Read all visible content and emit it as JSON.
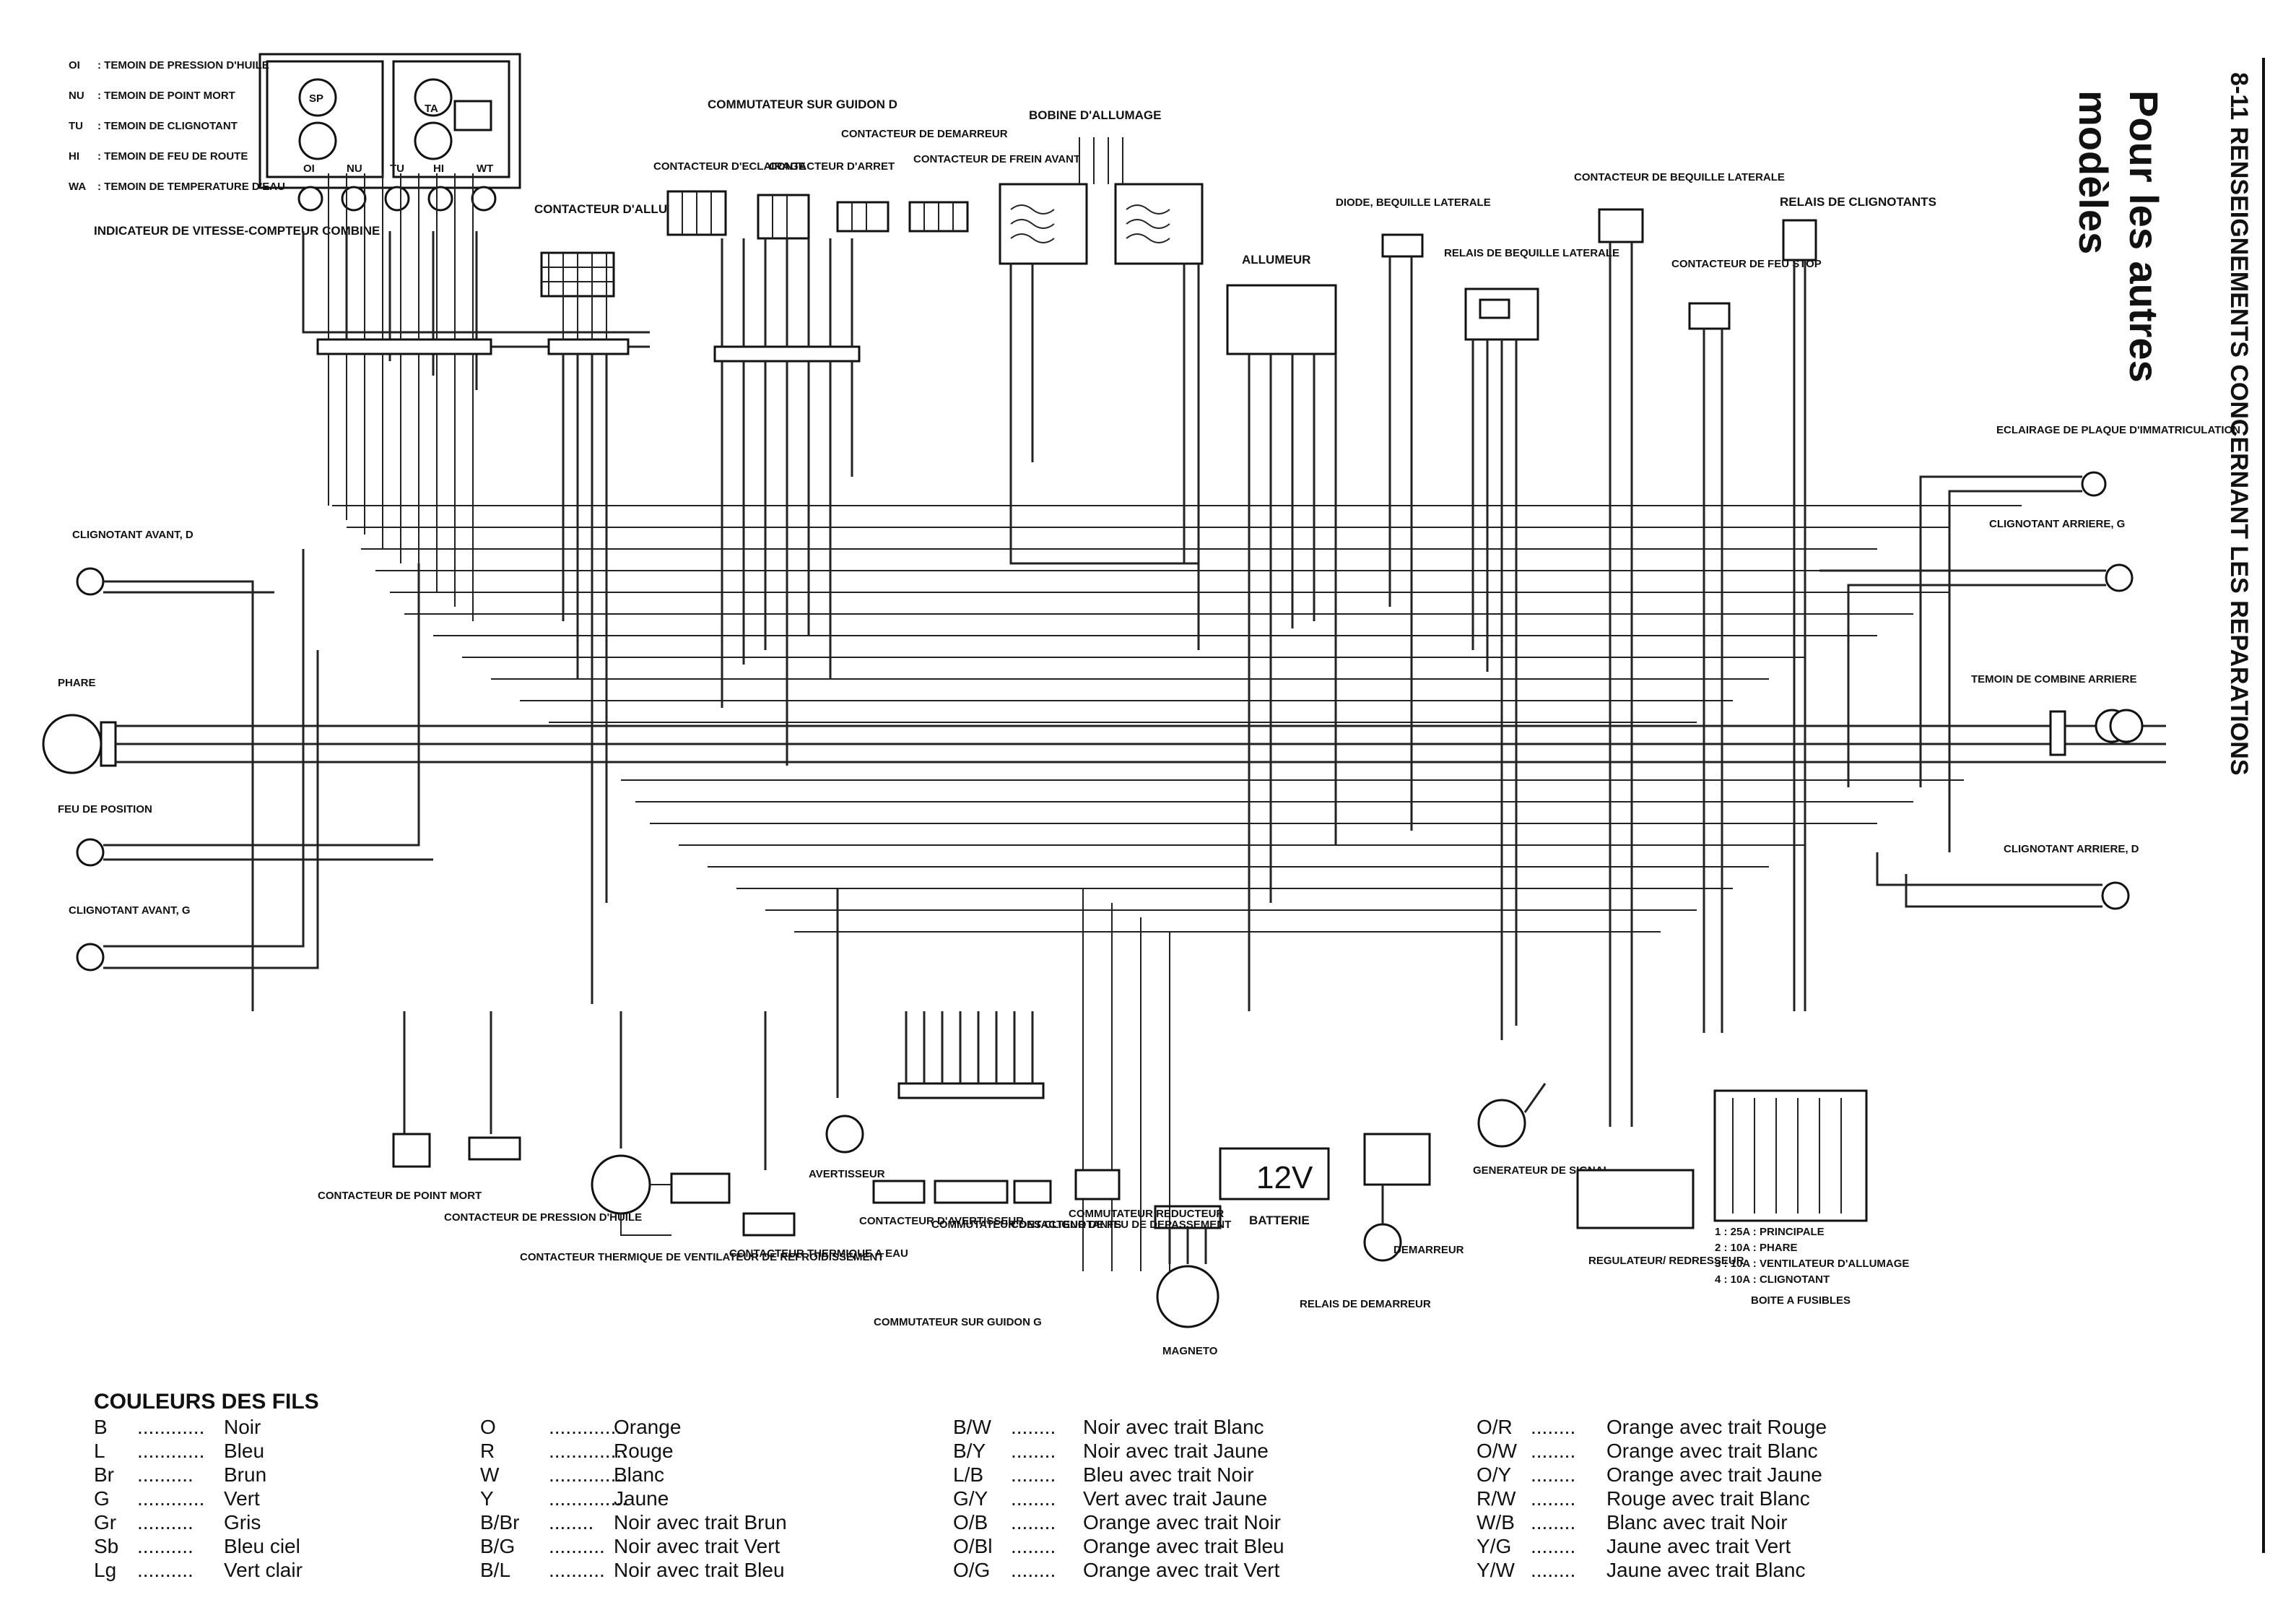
{
  "page": {
    "section_header": "8-11 RENSEIGNEMENTS CONCERNANT LES REPARATIONS",
    "title_line1": "Pour les autres",
    "title_line2": "modèles"
  },
  "indicator_legend": [
    {
      "code": "OI",
      "text": ": TEMOIN DE PRESSION D'HUILE"
    },
    {
      "code": "NU",
      "text": ": TEMOIN DE POINT MORT"
    },
    {
      "code": "TU",
      "text": ": TEMOIN DE CLIGNOTANT"
    },
    {
      "code": "HI",
      "text": ": TEMOIN DE FEU DE ROUTE"
    },
    {
      "code": "WA",
      "text": ": TEMOIN DE TEMPERATURE D'EAU"
    }
  ],
  "labels": {
    "indicateur": "INDICATEUR DE VITESSE-COMPTEUR COMBINE",
    "contacteur_allumage": "CONTACTEUR D'ALLUMAGE",
    "commutateur_d": "COMMUTATEUR SUR GUIDON D",
    "contacteur_eclairage": "CONTACTEUR D'ECLAIRAGE",
    "contacteur_arret": "CONTACTEUR D'ARRET",
    "contacteur_demarreur": "CONTACTEUR DE DEMARREUR",
    "contacteur_frein": "CONTACTEUR DE FREIN AVANT",
    "bobine": "BOBINE D'ALLUMAGE",
    "allumeur": "ALLUMEUR",
    "diode": "DIODE, BEQUILLE LATERALE",
    "relais_bequille": "RELAIS DE BEQUILLE LATERALE",
    "contacteur_bequille": "CONTACTEUR DE BEQUILLE LATERALE",
    "contacteur_feu_stop": "CONTACTEUR DE FEU STOP",
    "relais_clignotants": "RELAIS DE CLIGNOTANTS",
    "eclairage_plaque": "ECLAIRAGE DE PLAQUE D'IMMATRICULATION",
    "clignotant_arriere_g": "CLIGNOTANT ARRIERE, G",
    "temoin_combine_arriere": "TEMOIN DE COMBINE ARRIERE",
    "clignotant_arriere_d": "CLIGNOTANT ARRIERE, D",
    "clignotant_avant_d": "CLIGNOTANT AVANT, D",
    "phare": "PHARE",
    "feu_position": "FEU DE POSITION",
    "clignotant_avant_g": "CLIGNOTANT AVANT, G",
    "contacteur_point_mort": "CONTACTEUR DE POINT MORT",
    "contacteur_pression_huile": "CONTACTEUR DE PRESSION D'HUILE",
    "contacteur_thermique_ventilateur": "CONTACTEUR THERMIQUE DE VENTILATEUR DE REFROIDISSEMENT",
    "contacteur_thermique_eau": "CONTACTEUR THERMIQUE A EAU",
    "avertisseur": "AVERTISSEUR",
    "contacteur_avertisseur": "CONTACTEUR D'AVERTISSEUR",
    "commutateur_clignotants": "COMMUTATEUR DES CLIGNOTANTS",
    "contacteur_depassement": "CONTACTEUR DE FEU DE DEPASSEMENT",
    "commutateur_reducteur": "COMMUTATEUR REDUCTEUR",
    "commutateur_g": "COMMUTATEUR SUR GUIDON G",
    "magneto": "MAGNETO",
    "batterie": "BATTERIE",
    "batterie_volt": "12V",
    "demarreur": "DEMARREUR",
    "relais_demarreur": "RELAIS DE DEMARREUR",
    "generateur_signal": "GENERATEUR DE SIGNAL",
    "regulateur": "REGULATEUR/ REDRESSEUR",
    "boite_fusibles": "BOITE A FUSIBLES",
    "gauge_sp": "SP",
    "gauge_ta": "TA"
  },
  "fuses": [
    "1 : 25A : PRINCIPALE",
    "2 : 10A : PHARE",
    "3 : 10A : VENTILATEUR D'ALLUMAGE",
    "4 : 10A : CLIGNOTANT"
  ],
  "indicator_pins": [
    "OI",
    "NU",
    "TU",
    "HI",
    "WT"
  ],
  "wire_colors": {
    "title": "COULEURS DES FILS",
    "columns": [
      [
        {
          "code": "B",
          "dots": "............",
          "name": "Noir"
        },
        {
          "code": "L",
          "dots": "............",
          "name": "Bleu"
        },
        {
          "code": "Br",
          "dots": "..........",
          "name": "Brun"
        },
        {
          "code": "G",
          "dots": "............",
          "name": "Vert"
        },
        {
          "code": "Gr",
          "dots": "..........",
          "name": "Gris"
        },
        {
          "code": "Sb",
          "dots": "..........",
          "name": "Bleu ciel"
        },
        {
          "code": "Lg",
          "dots": "..........",
          "name": "Vert clair"
        }
      ],
      [
        {
          "code": "O",
          "dots": "..............",
          "name": "Orange"
        },
        {
          "code": "R",
          "dots": "..............",
          "name": "Rouge"
        },
        {
          "code": "W",
          "dots": "..............",
          "name": "Blanc"
        },
        {
          "code": "Y",
          "dots": "..............",
          "name": "Jaune"
        },
        {
          "code": "B/Br",
          "dots": "........",
          "name": "Noir avec trait Brun"
        },
        {
          "code": "B/G",
          "dots": "..........",
          "name": "Noir avec trait Vert"
        },
        {
          "code": "B/L",
          "dots": "..........",
          "name": "Noir avec trait Bleu"
        }
      ],
      [
        {
          "code": "B/W",
          "dots": "........",
          "name": "Noir avec trait Blanc"
        },
        {
          "code": "B/Y",
          "dots": "........",
          "name": "Noir avec trait Jaune"
        },
        {
          "code": "L/B",
          "dots": "........",
          "name": "Bleu avec trait Noir"
        },
        {
          "code": "G/Y",
          "dots": "........",
          "name": "Vert avec trait Jaune"
        },
        {
          "code": "O/B",
          "dots": "........",
          "name": "Orange avec trait Noir"
        },
        {
          "code": "O/Bl",
          "dots": "........",
          "name": "Orange avec trait Bleu"
        },
        {
          "code": "O/G",
          "dots": "........",
          "name": "Orange avec trait Vert"
        }
      ],
      [
        {
          "code": "O/R",
          "dots": "........",
          "name": "Orange avec trait Rouge"
        },
        {
          "code": "O/W",
          "dots": "........",
          "name": "Orange avec trait Blanc"
        },
        {
          "code": "O/Y",
          "dots": "........",
          "name": "Orange avec trait Jaune"
        },
        {
          "code": "R/W",
          "dots": "........",
          "name": "Rouge avec trait Blanc"
        },
        {
          "code": "W/B",
          "dots": "........",
          "name": "Blanc avec trait Noir"
        },
        {
          "code": "Y/G",
          "dots": "........",
          "name": "Jaune avec trait Vert"
        },
        {
          "code": "Y/W",
          "dots": "........",
          "name": "Jaune avec trait Blanc"
        }
      ]
    ]
  }
}
